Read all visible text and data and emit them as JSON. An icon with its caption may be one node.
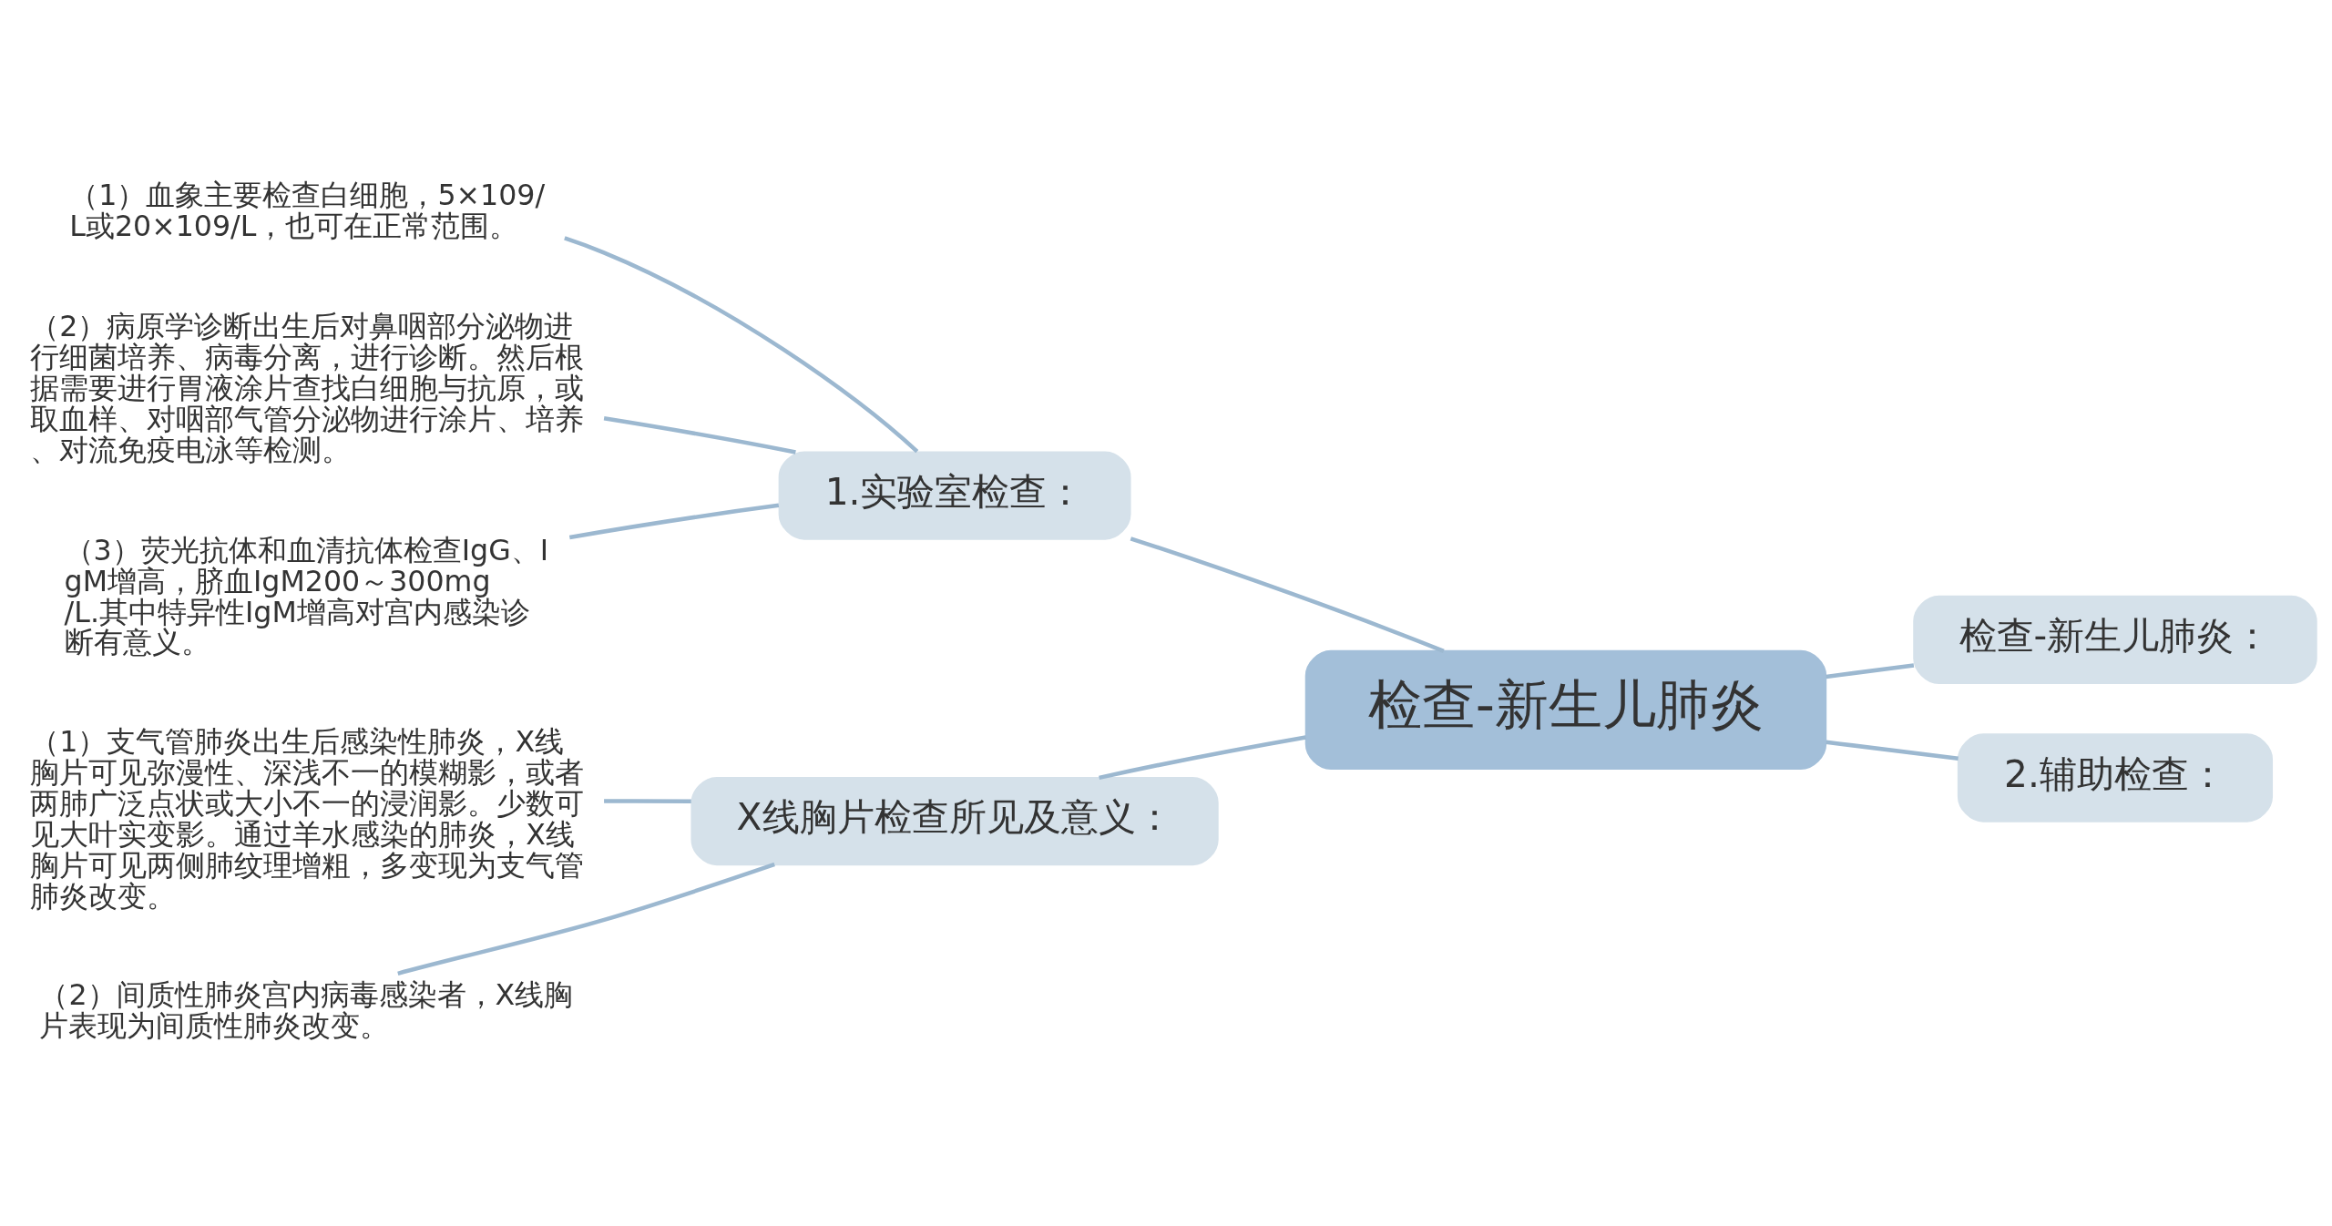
{
  "diagram": {
    "nodes": [
      {
        "text": [
          "检查-新生儿肺炎"
        ]
      },
      {
        "text": [
          "1.实验室检查："
        ]
      },
      {
        "text": [
          "（1）血象主要检查白细胞，5×109/L或20×109/L，也可在正常范围。"
        ]
      },
      {
        "text": [
          "（2）病原学诊断出生后对鼻咽部分泌物进行细菌培养、病毒分离，进行诊断。然后根据需要进行胃液涂片查找白细胞与抗原，或取血样、对咽部气管分泌物进行涂片、培养、对流免疫电泳等检测。"
        ]
      },
      {
        "text": [
          "（3）荧光抗体和血清抗体检查IgG、IgM增高，脐血IgM200～300mg/L.其中特异性IgM增高对宫内感染诊断有意义。"
        ]
      },
      {
        "text": [
          "检查-新生儿肺炎："
        ]
      },
      {
        "text": [
          "2.辅助检查："
        ]
      },
      {
        "text": [
          "X线胸片检查所见及意义："
        ]
      },
      {
        "text": [
          "（1）支气管肺炎出生后感染性肺炎，X线胸片可见弥漫性、深浅不一的模糊影，或者两肺广泛点状或大小不一的浸润影。少数可见大叶实变影。通过羊水感染的肺炎，X线胸片可见两侧肺纹理增粗，多变现为支气管肺炎改变。"
        ]
      },
      {
        "text": [
          "（2）间质性肺炎宫内病毒感染者，X线胸片表现为间质性肺炎改变。"
        ]
      }
    ],
    "edges": [
      {
        "from": 0,
        "to": 1,
        "arrow": "none"
      },
      {
        "from": 1,
        "to": 2,
        "arrow": "none"
      },
      {
        "from": 1,
        "to": 3,
        "arrow": "none"
      },
      {
        "from": 1,
        "to": 4,
        "arrow": "none"
      },
      {
        "from": 0,
        "to": 5,
        "arrow": "none"
      },
      {
        "from": 0,
        "to": 6,
        "arrow": "none"
      },
      {
        "from": 0,
        "to": 7,
        "arrow": "none"
      },
      {
        "from": 7,
        "to": 8,
        "arrow": "none"
      },
      {
        "from": 7,
        "to": 9,
        "arrow": "none"
      }
    ]
  }
}
